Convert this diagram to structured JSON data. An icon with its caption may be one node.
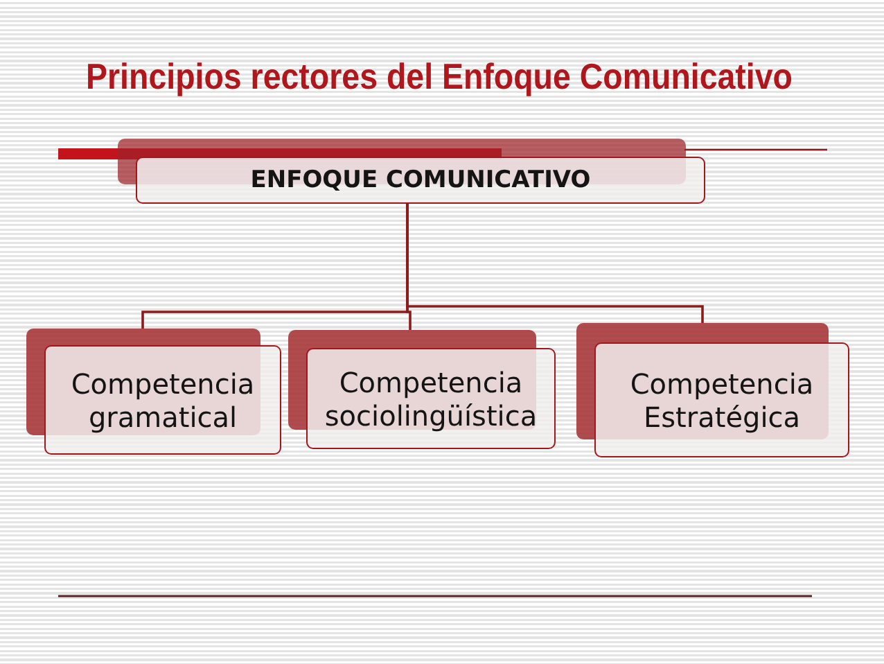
{
  "diagram": {
    "title": "Principios rectores del Enfoque Comunicativo",
    "nodes": [
      {
        "text": [
          "ENFOQUE COMUNICATIVO"
        ]
      },
      {
        "text": [
          "Competencia gramatical"
        ]
      },
      {
        "text": [
          "Competencia sociolingüística"
        ]
      },
      {
        "text": [
          "Competencia Estratégica"
        ]
      }
    ],
    "edges": [
      {
        "from": 0,
        "to": 1,
        "arrow": "none"
      },
      {
        "from": 0,
        "to": 2,
        "arrow": "none"
      },
      {
        "from": 0,
        "to": 3,
        "arrow": "none"
      }
    ]
  }
}
